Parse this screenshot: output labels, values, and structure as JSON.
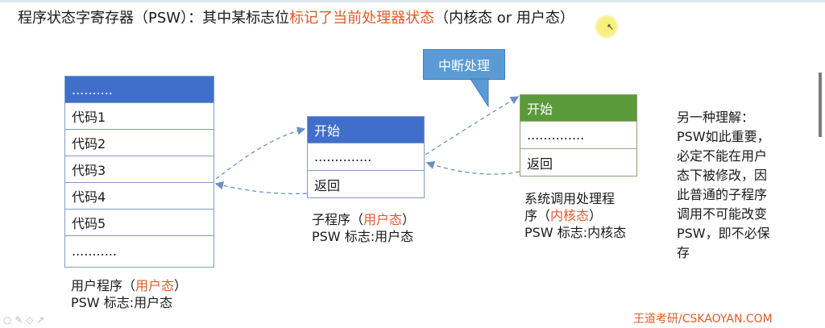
{
  "title": {
    "prefix": "程序状态字寄存器（PSW）：其中某标志位",
    "highlight": "标记了当前处理器状态",
    "suffix": "（内核态 or 用户态）"
  },
  "user_program": {
    "rows": [
      "..........",
      "代码1",
      "代码2",
      "代码3",
      "代码4",
      "代码5",
      "..........."
    ],
    "caption_prefix": "用户程序（",
    "caption_highlight": "用户态",
    "caption_suffix": "）",
    "psw": "PSW 标志:用户态"
  },
  "subroutine": {
    "rows": [
      "开始",
      "..............",
      "返回"
    ],
    "caption_prefix": "子程序（",
    "caption_highlight": "用户态",
    "caption_suffix": "）",
    "psw": "PSW 标志:用户态"
  },
  "syscall_handler": {
    "rows": [
      "开始",
      "..............",
      "返回"
    ],
    "caption_line1": "系统调用处理程",
    "caption_prefix": "序（",
    "caption_highlight": "内核态",
    "caption_suffix": "）",
    "psw": "PSW 标志:内核态"
  },
  "callout": "中断处理",
  "side_note": [
    "另一种理解：",
    "PSW如此重要，",
    "必定不能在用户",
    "态下被修改，因",
    "此普通的子程序",
    "调用不可能改变",
    "PSW，即不必保",
    "存"
  ],
  "footer": "王道考研/CSKAOYAN.COM",
  "colors": {
    "highlight": "#e05a2a",
    "blue_header": "#3f6fcb",
    "green_header": "#5a9a3a",
    "callout": "#5b9bd5"
  }
}
